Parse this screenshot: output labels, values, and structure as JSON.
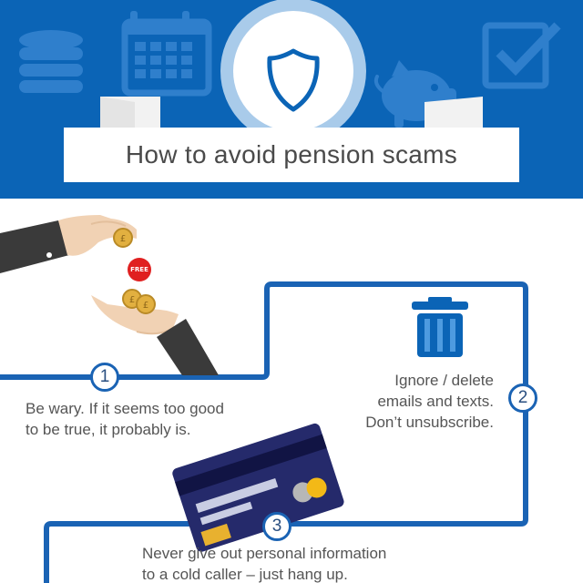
{
  "header": {
    "title": "How to avoid pension scams"
  },
  "icons": {
    "banner": [
      "coin-stack-icon",
      "calendar-icon",
      "shield-icon",
      "piggy-bank-icon",
      "checkbox-icon"
    ],
    "illustrations": [
      "hand-giving-coin",
      "hand-receiving-coins",
      "trash-bin-icon",
      "credit-card-icon"
    ]
  },
  "badge": {
    "label": "FREE"
  },
  "steps": [
    {
      "number": "1",
      "text_lines": [
        "Be wary. If it seems too good",
        "to be true, it probably is."
      ]
    },
    {
      "number": "2",
      "text_lines": [
        "Ignore / delete",
        "emails and texts.",
        "Don’t unsubscribe."
      ]
    },
    {
      "number": "3",
      "text_lines": [
        "Never give out personal information",
        "to a cold caller – just hang up."
      ]
    }
  ],
  "colors": {
    "banner_blue": "#0b64b6",
    "icon_blue": "#2f7fcc",
    "path_blue": "#1a63b4",
    "coin_gold": "#e2b040",
    "badge_red": "#e02020",
    "card_navy": "#252a6b"
  }
}
